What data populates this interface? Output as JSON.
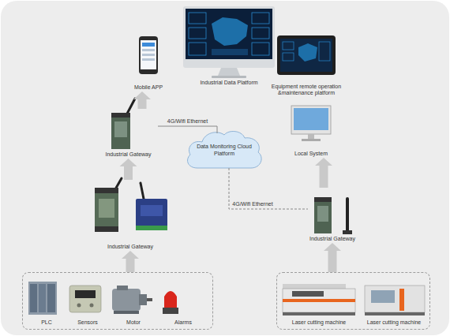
{
  "diagram": {
    "nodes": [
      {
        "text": [
          "Mobile APP"
        ]
      },
      {
        "text": [
          "Industrial Data Platform"
        ]
      },
      {
        "text": [
          "Equipment remote operation &maintenance platform"
        ]
      },
      {
        "text": [
          "Industrial Gateway"
        ]
      },
      {
        "text": [
          "Data Monitoring Cloud Platform"
        ]
      },
      {
        "text": [
          "Local System"
        ]
      },
      {
        "text": [
          "Industrial Gateway"
        ]
      },
      {
        "text": [
          "Industrial Gateway"
        ]
      },
      {
        "text": []
      },
      {
        "text": [
          "PLC"
        ],
        "in": 8
      },
      {
        "text": [
          "Sensors"
        ],
        "in": 8
      },
      {
        "text": [
          "Motor"
        ],
        "in": 8
      },
      {
        "text": [
          "Alarms"
        ],
        "in": 8
      },
      {
        "text": []
      },
      {
        "text": [
          "Laser cutting machine"
        ],
        "in": 13
      },
      {
        "text": [
          "Laser cutting machine"
        ],
        "in": 13
      }
    ],
    "edges": [
      {
        "from": 8,
        "to": 6,
        "arrow": "to"
      },
      {
        "from": 6,
        "to": 3,
        "arrow": "to"
      },
      {
        "from": 3,
        "to": 0,
        "arrow": "to"
      },
      {
        "from": 3,
        "to": 4,
        "label": "4G/Wifi Ethernet",
        "arrow": "none"
      },
      {
        "from": 4,
        "to": 7,
        "label": "4G/Wifi Ethernet",
        "arrow": "none"
      },
      {
        "from": 13,
        "to": 7,
        "arrow": "to"
      },
      {
        "from": 7,
        "to": 5,
        "arrow": "to"
      }
    ]
  }
}
